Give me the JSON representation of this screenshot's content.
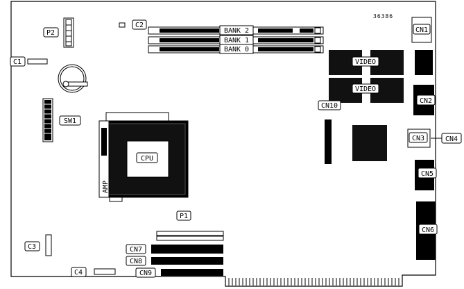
{
  "part_number": "36386",
  "labels": {
    "cn1": "CN1",
    "cn2": "CN2",
    "cn3": "CN3",
    "cn4": "CN4",
    "cn5": "CN5",
    "cn6": "CN6",
    "cn7": "CN7",
    "cn8": "CN8",
    "cn9": "CN9",
    "cn10": "CN10",
    "c1": "C1",
    "c2": "C2",
    "c3": "C3",
    "c4": "C4",
    "p1": "P1",
    "p2": "P2",
    "sw1": "SW1",
    "bank0": "BANK 0",
    "bank1": "BANK 1",
    "bank2": "BANK 2",
    "video_top": "VIDEO",
    "video_bottom": "VIDEO",
    "cpu": "CPU",
    "amp": "AMP"
  }
}
